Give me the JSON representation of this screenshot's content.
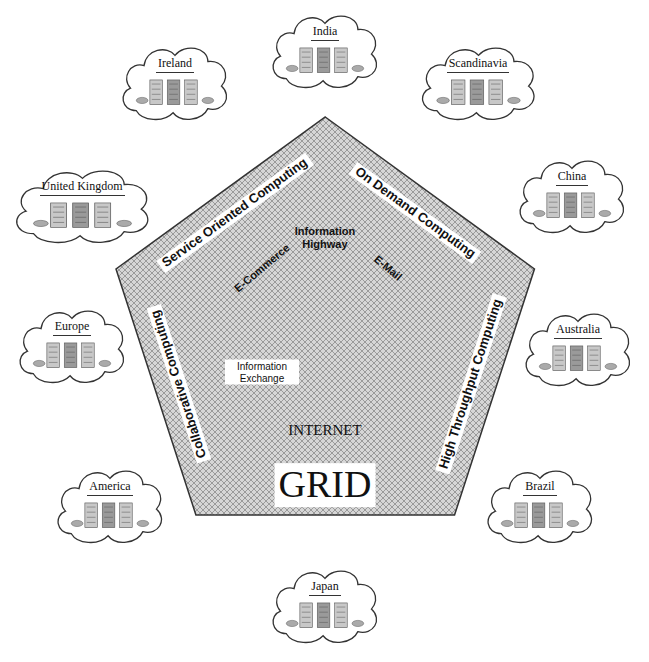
{
  "diagram": {
    "nodes": [
      {
        "text": [
          "Service Oriented Computing",
          "On Demand Computing",
          "High Throughput Computing",
          "Collaborative Computing",
          "GRID"
        ]
      },
      {
        "text": [
          "Information Highway",
          "E-Commerce",
          "E-Mail",
          "Information Exchange",
          "INTERNET"
        ],
        "in": 0
      },
      {
        "text": [
          "Ireland"
        ]
      },
      {
        "text": [
          "India"
        ]
      },
      {
        "text": [
          "Scandinavia"
        ]
      },
      {
        "text": [
          "United Kingdom"
        ]
      },
      {
        "text": [
          "China"
        ]
      },
      {
        "text": [
          "Europe"
        ]
      },
      {
        "text": [
          "Australia"
        ]
      },
      {
        "text": [
          "America"
        ]
      },
      {
        "text": [
          "Brazil"
        ]
      },
      {
        "text": [
          "Japan"
        ]
      }
    ]
  }
}
